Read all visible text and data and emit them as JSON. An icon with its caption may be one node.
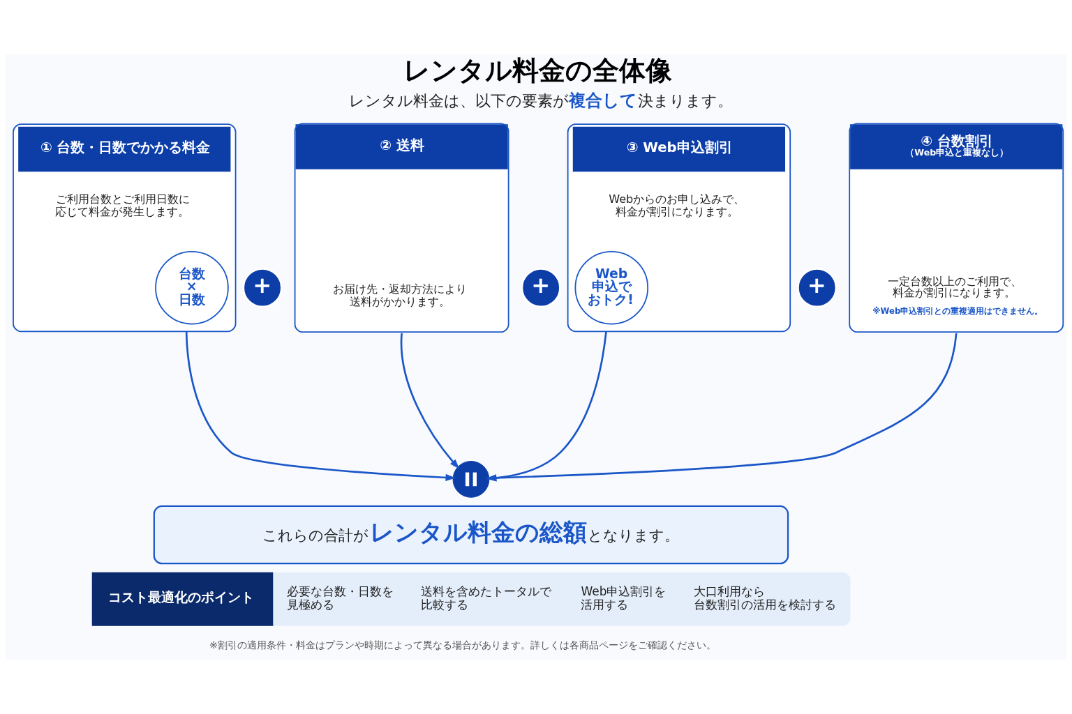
{
  "diagram": {
    "title": "レンタル料金の全体像",
    "nodes": [
      {
        "text": [
          "① 台数・日数でかかる料金",
          "ご利用台数とご利用日数に応じて料金が発生します。"
        ]
      },
      {
        "text": [
          "台数×日数"
        ],
        "in": 0
      },
      {
        "text": [
          "+"
        ]
      },
      {
        "text": [
          "② 送料",
          "お届け先・返却方法により送料がかかります。"
        ]
      },
      {
        "text": [
          "+"
        ]
      },
      {
        "text": [
          "③ Web申込割引",
          "Webからのお申し込みで、料金が割引になります。"
        ]
      },
      {
        "text": [
          "Web申込でおトク!"
        ],
        "in": 5
      },
      {
        "text": [
          "+"
        ]
      },
      {
        "text": [
          "④ 台数割引",
          "（Web申込と重複なし）",
          "一定台数以上のご利用で、料金が割引になります。",
          "※Web申込割引との重複適用はできません。"
        ]
      },
      {
        "text": [],
        "shape": "circle"
      },
      {
        "text": [
          "これらの合計が**レンタル料金の総額**となります。"
        ]
      },
      {
        "text": [
          "コスト最適化のポイント",
          "必要な台数・日数を見極める",
          "送料を含めたトータルで比較する",
          "Web申込割引を活用する",
          "大口利用なら台数割引の活用を検討する"
        ]
      }
    ],
    "edges": [
      {
        "from": 0,
        "to": 9,
        "arrow": "to"
      },
      {
        "from": 3,
        "to": 9,
        "arrow": "to"
      },
      {
        "from": 5,
        "to": 9,
        "arrow": "to"
      },
      {
        "from": 8,
        "to": 9,
        "arrow": "to"
      }
    ],
    "labels": [
      "レンタル料金は、以下の要素が**複合して**決まります。",
      "※割引の適用条件・料金はプランや時期によって異なる場合があります。詳しくは各商品ページをご確認ください。"
    ]
  }
}
